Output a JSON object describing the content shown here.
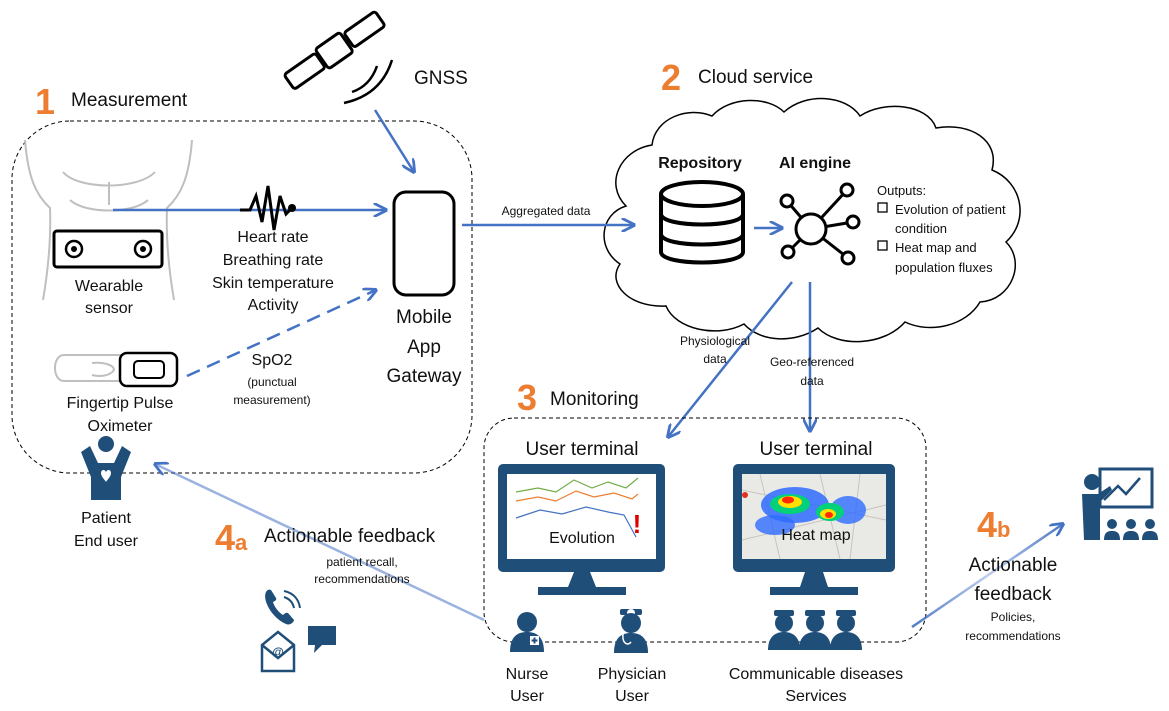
{
  "colors": {
    "arrow": "#4472C4",
    "number": "#ED7D31",
    "icon_navy": "#1F4E79",
    "alert": "#E00000"
  },
  "gnss": {
    "label": "GNSS"
  },
  "measurement": {
    "number": "1",
    "title": "Measurement",
    "wearable": [
      "Wearable",
      "sensor"
    ],
    "signals": [
      "Heart rate",
      "Breathing rate",
      "Skin temperature",
      "Activity"
    ],
    "oximeter": [
      "Fingertip Pulse",
      "Oximeter"
    ],
    "spo2": [
      "SpO2",
      "(punctual",
      "measurement)"
    ],
    "gateway": [
      "Mobile",
      "App",
      "Gateway"
    ]
  },
  "patient": [
    "Patient",
    "End user"
  ],
  "cloud": {
    "number": "2",
    "title": "Cloud service",
    "aggregated": "Aggregated data",
    "repository": "Repository",
    "ai_engine": "AI engine",
    "outputs_title": "Outputs:",
    "outputs": [
      "Evolution of patient",
      "condition",
      "Heat map and",
      "population  fluxes"
    ]
  },
  "flows": {
    "physiological": [
      "Physiological",
      "data"
    ],
    "georeferenced": [
      "Geo-referenced",
      "data"
    ]
  },
  "monitoring": {
    "number": "3",
    "title": "Monitoring",
    "terminal_1": "User terminal",
    "terminal_2": "User terminal",
    "evolution": "Evolution",
    "alert": "!",
    "heatmap": "Heat map",
    "nurse": [
      "Nurse",
      "User"
    ],
    "physician": [
      "Physician",
      "User"
    ],
    "services": [
      "Communicable diseases",
      "Services"
    ]
  },
  "feedback_4a": {
    "number": "4",
    "sub": "a",
    "title": "Actionable feedback",
    "desc": [
      "patient recall,",
      "recommendations"
    ],
    "email_glyph": "@"
  },
  "feedback_4b": {
    "number": "4",
    "sub": "b",
    "title": [
      "Actionable",
      "feedback"
    ],
    "desc": [
      "Policies,",
      "recommendations"
    ]
  }
}
